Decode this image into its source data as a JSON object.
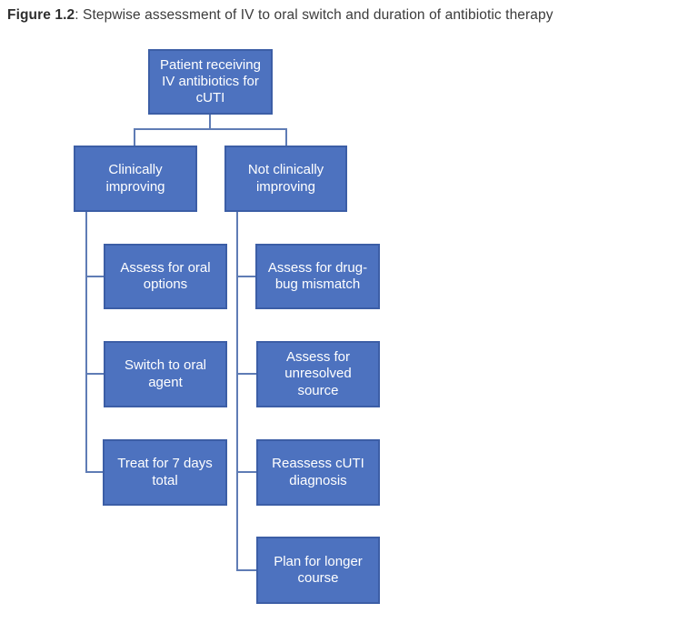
{
  "figure": {
    "label": "Figure 1.2",
    "caption_rest": ": Stepwise assessment of IV to oral switch and duration of antibiotic therapy"
  },
  "colors": {
    "box_fill": "#4d72bf",
    "box_border": "#3c5ea6",
    "connector": "#5f7cb5",
    "box_text": "#ffffff",
    "caption_text": "#3b3b3b",
    "background": "#ffffff"
  },
  "tree": {
    "root": {
      "label": "Patient receiving\nIV antibiotics for\ncUTI"
    },
    "branches": [
      {
        "label": "Clinically\nimproving",
        "children": [
          {
            "label": "Assess for oral\noptions"
          },
          {
            "label": "Switch to oral\nagent"
          },
          {
            "label": "Treat for 7 days\ntotal"
          }
        ]
      },
      {
        "label": "Not clinically\nimproving",
        "children": [
          {
            "label": "Assess for drug-\nbug mismatch"
          },
          {
            "label": "Assess for\nunresolved\nsource"
          },
          {
            "label": "Reassess cUTI\ndiagnosis"
          },
          {
            "label": "Plan for longer\ncourse"
          }
        ]
      }
    ]
  }
}
